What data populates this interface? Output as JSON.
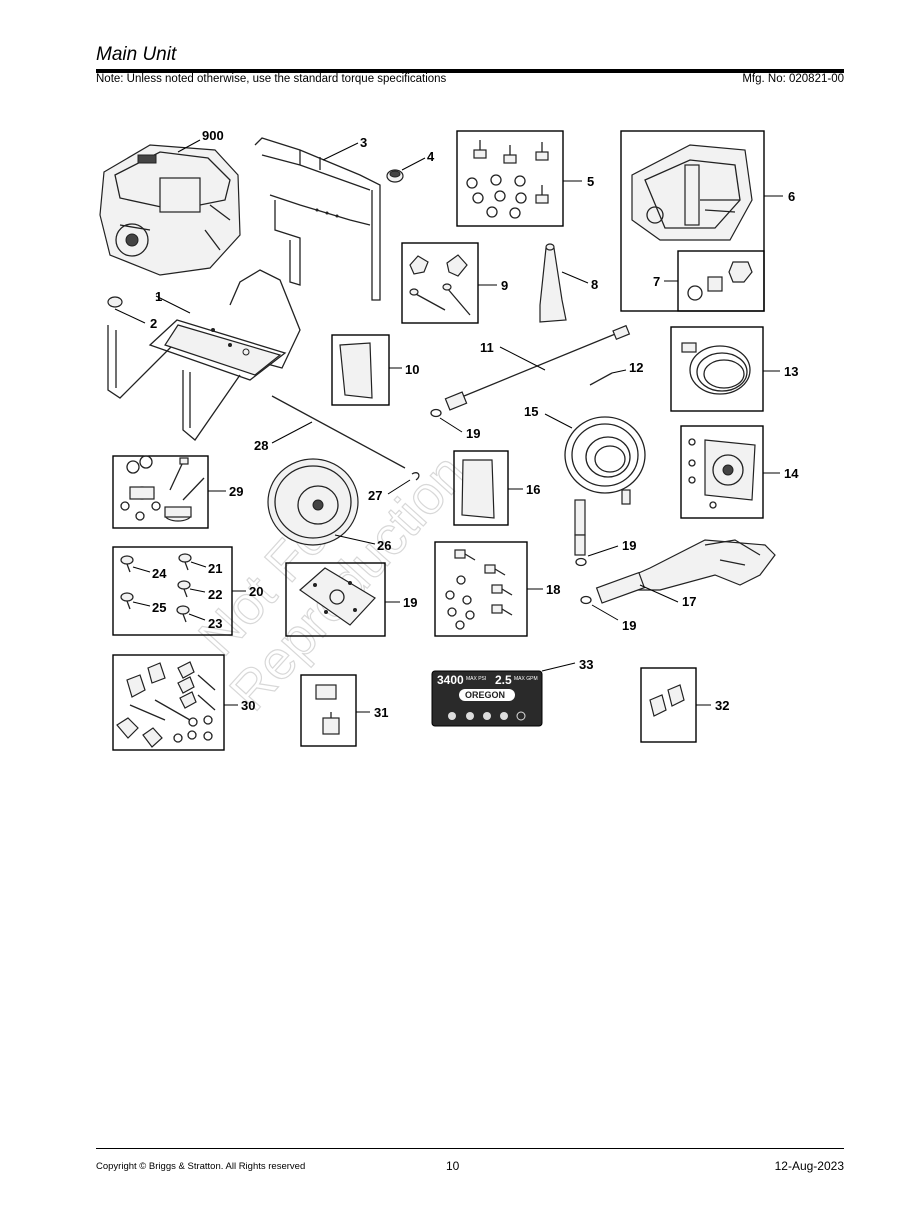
{
  "header": {
    "title": "Main Unit",
    "note": "Note: Unless noted otherwise, use the standard torque specifications",
    "mfg_no": "Mfg. No: 020821-00"
  },
  "footer": {
    "copyright": "Copyright ©  Briggs & Stratton. All Rights reserved",
    "page_number": "10",
    "date": "12-Aug-2023"
  },
  "watermark": [
    "Not For",
    "Reproduction"
  ],
  "decal": {
    "psi_value": "3400",
    "psi_unit": "MAX PSI",
    "gpm_value": "2.5",
    "gpm_unit": "MAX GPM",
    "brand": "OREGON"
  },
  "callouts": {
    "c900": "900",
    "c1": "1",
    "c2": "2",
    "c3": "3",
    "c4": "4",
    "c5": "5",
    "c6": "6",
    "c7": "7",
    "c8": "8",
    "c9": "9",
    "c10": "10",
    "c11": "11",
    "c12": "12",
    "c13": "13",
    "c14": "14",
    "c15": "15",
    "c16": "16",
    "c17": "17",
    "c18": "18",
    "c19": "19",
    "c20": "20",
    "c21": "21",
    "c22": "22",
    "c23": "23",
    "c24": "24",
    "c25": "25",
    "c26": "26",
    "c27": "27",
    "c28": "28",
    "c29": "29",
    "c30": "30",
    "c31": "31",
    "c32": "32",
    "c33": "33"
  }
}
